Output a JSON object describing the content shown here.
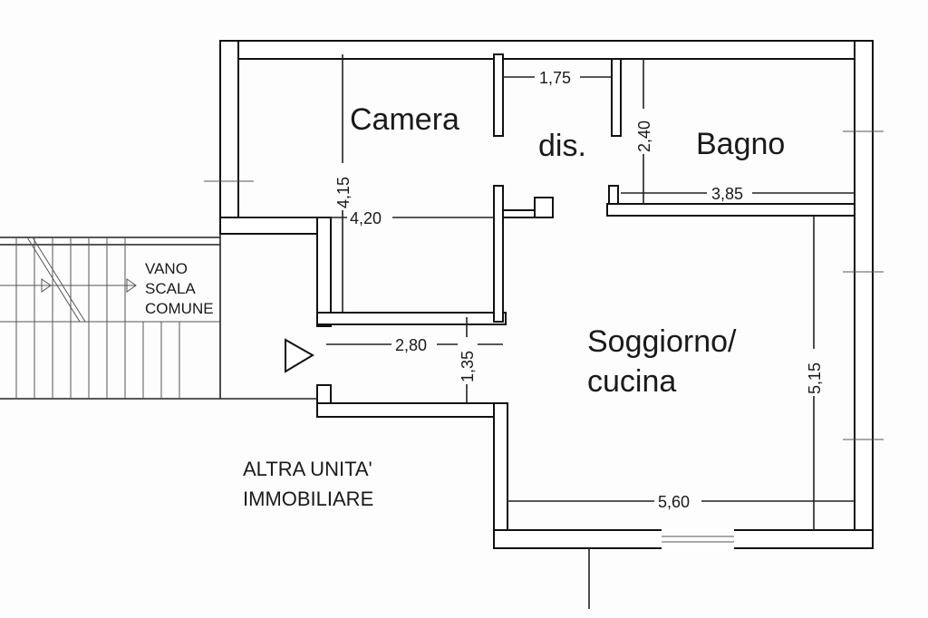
{
  "rooms": {
    "camera": "Camera",
    "disimpegno": "dis.",
    "bagno": "Bagno",
    "soggiorno_line1": "Soggiorno/",
    "soggiorno_line2": "cucina"
  },
  "labels": {
    "stair_line1": "VANO",
    "stair_line2": "SCALA",
    "stair_line3": "COMUNE",
    "other_line1": "ALTRA UNITA'",
    "other_line2": "IMMOBILIARE"
  },
  "dimensions": {
    "dis_width": "1,75",
    "bagno_height": "2,40",
    "bagno_width": "3,85",
    "camera_height": "4,15",
    "camera_width": "4,20",
    "corridor_width": "2,80",
    "corridor_height": "1,35",
    "soggiorno_height": "5,15",
    "soggiorno_width": "5,60"
  }
}
